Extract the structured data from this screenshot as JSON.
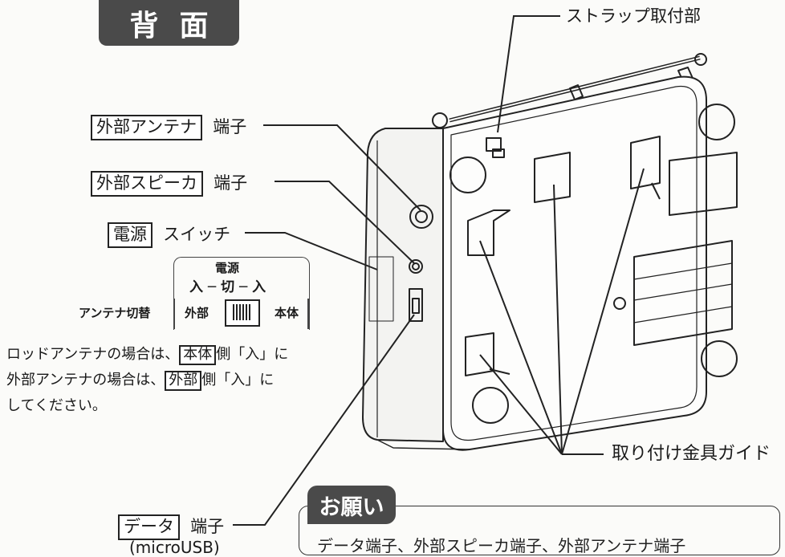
{
  "title": "背面",
  "labels": {
    "strap": "ストラップ取付部",
    "ext_antenna_box": "外部アンテナ",
    "ext_antenna_suffix": "端子",
    "ext_speaker_box": "外部スピーカ",
    "ext_speaker_suffix": "端子",
    "power_box": "電源",
    "power_suffix": "スイッチ",
    "data_box": "データ",
    "data_suffix": "端子",
    "data_sub": "(microUSB)",
    "bracket_guide": "取り付け金具ガイド"
  },
  "switch_panel": {
    "heading": "電源",
    "positions": "入 ─ 切 ─ 入",
    "antenna_select": "アンテナ切替",
    "left": "外部",
    "right": "本体"
  },
  "note": {
    "line1_pre": "ロッドアンテナの場合は、",
    "line1_box": "本体",
    "line1_post": "側「入」に",
    "line2_pre": "外部アンテナの場合は、",
    "line2_box": "外部",
    "line2_post": "側「入」に",
    "line3": "してください。"
  },
  "request": {
    "heading": "お願い",
    "text": "データ端子、外部スピーカ端子、外部アンテナ端子"
  }
}
